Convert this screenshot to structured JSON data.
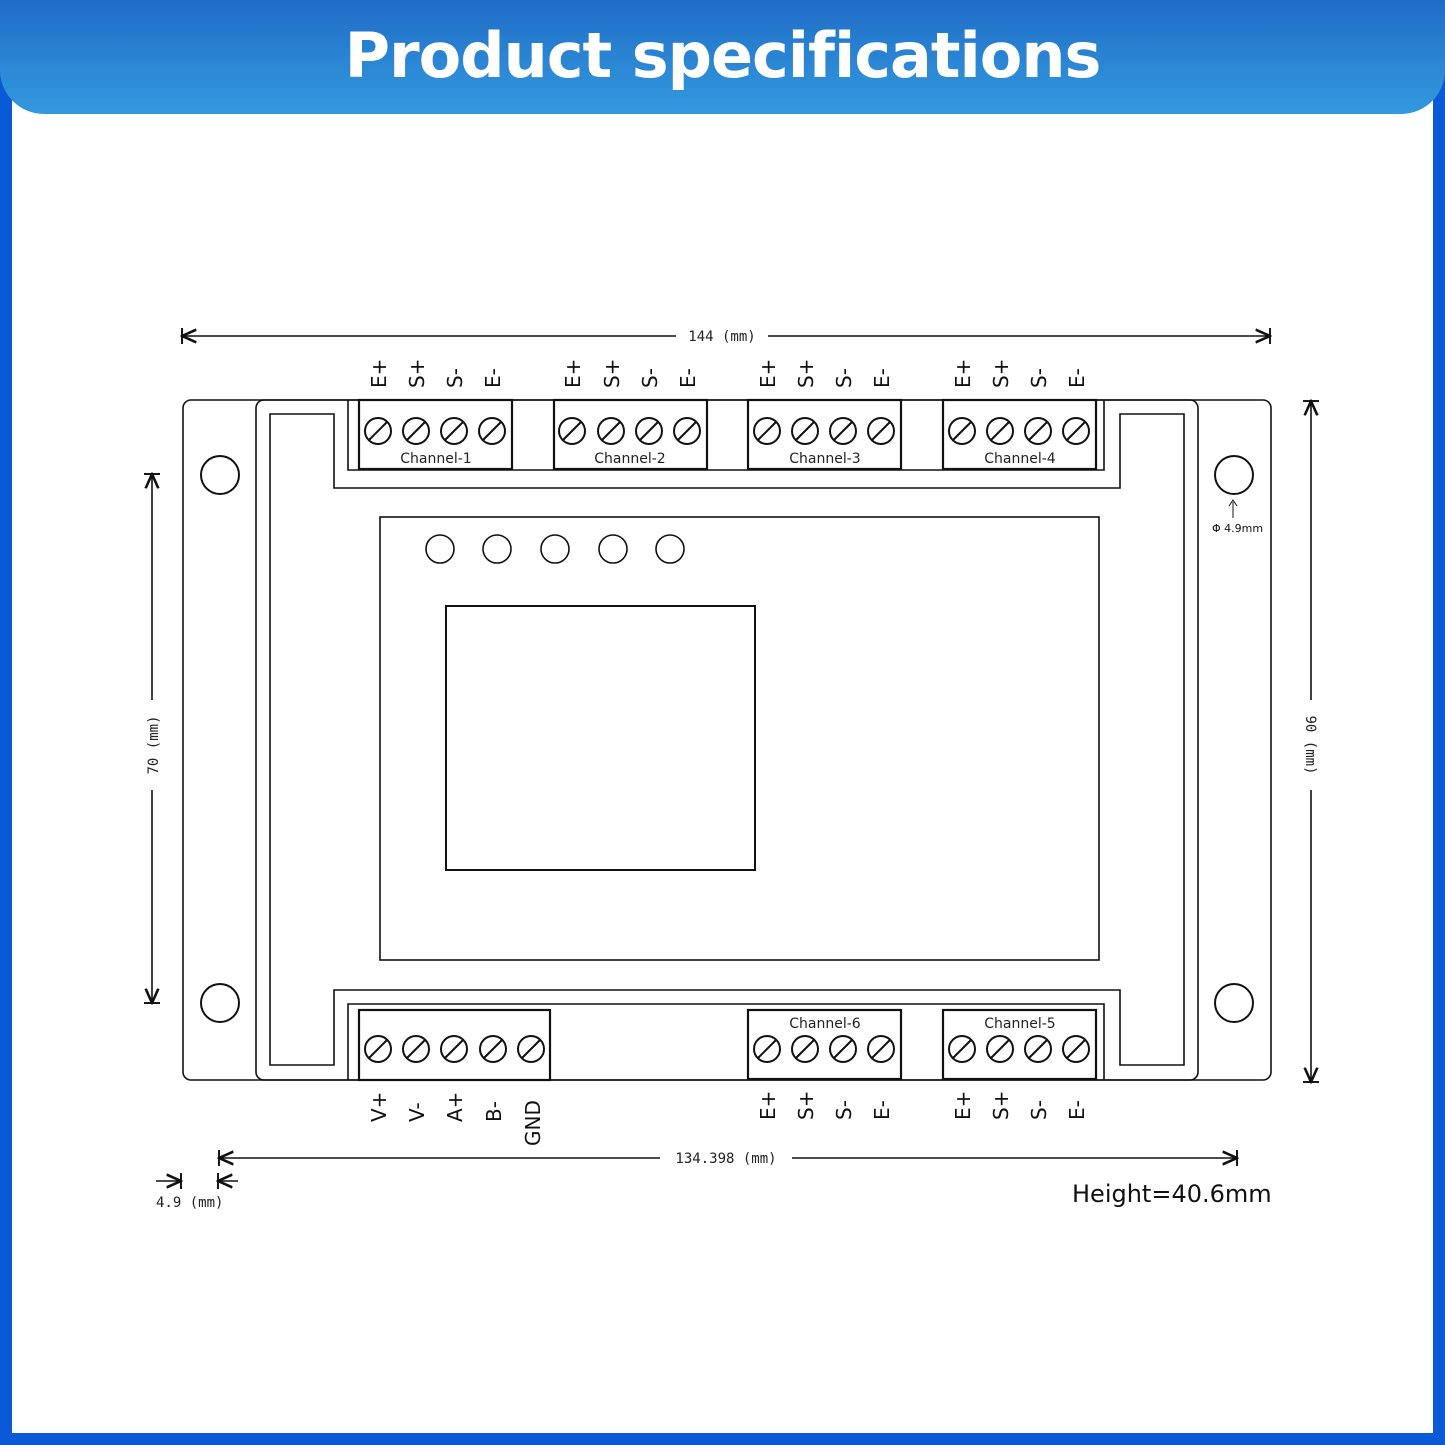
{
  "header": {
    "title": "Product specifications"
  },
  "dimensions": {
    "width_total": "144 (mm)",
    "height_total": "90 (mm)",
    "height_inner": "70 (mm)",
    "hole_spacing": "134.398 (mm)",
    "hole_offset": "4.9 (mm)",
    "hole_diameter": "Φ 4.9mm",
    "device_height": "Height=40.6mm"
  },
  "terminals": {
    "top": [
      {
        "label": "Channel-1",
        "pins": [
          "E+",
          "S+",
          "S-",
          "E-"
        ]
      },
      {
        "label": "Channel-2",
        "pins": [
          "E+",
          "S+",
          "S-",
          "E-"
        ]
      },
      {
        "label": "Channel-3",
        "pins": [
          "E+",
          "S+",
          "S-",
          "E-"
        ]
      },
      {
        "label": "Channel-4",
        "pins": [
          "E+",
          "S+",
          "S-",
          "E-"
        ]
      }
    ],
    "bottom_power": {
      "pins": [
        "V+",
        "V-",
        "A+",
        "B-",
        "GND"
      ]
    },
    "bottom": [
      {
        "label": "Channel-6",
        "pins": [
          "E+",
          "S+",
          "S-",
          "E-"
        ]
      },
      {
        "label": "Channel-5",
        "pins": [
          "E+",
          "S+",
          "S-",
          "E-"
        ]
      }
    ]
  },
  "indicators": {
    "led_count": 5
  },
  "colors": {
    "banner_top": "#1f6cc6",
    "banner_bottom": "#3499de",
    "frame": "#0a5ad8",
    "line": "#111111"
  }
}
